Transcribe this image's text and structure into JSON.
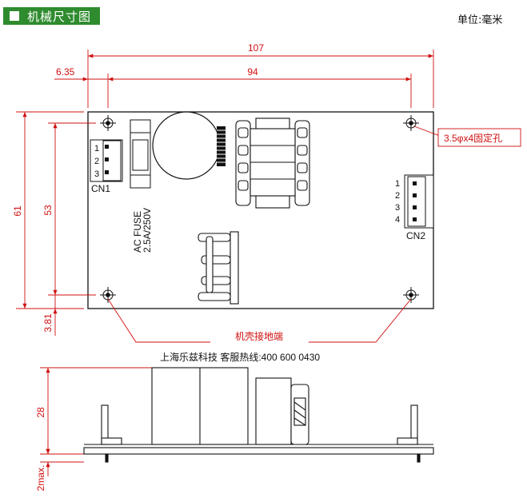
{
  "title": "机械尺寸图",
  "unit_label": "单位:毫米",
  "dimensions": {
    "overall_width": "107",
    "hole_offset_x": "6.35",
    "hole_spacing_x": "94",
    "overall_height": "61",
    "hole_spacing_y": "53",
    "hole_offset_y": "3.81",
    "side_height": "28",
    "pin_length": "2max."
  },
  "callouts": {
    "mounting_holes": "3.5φx4固定孔",
    "chassis_ground": "机壳接地端"
  },
  "connectors": {
    "cn1": {
      "label": "CN1",
      "pins": [
        "1",
        "2",
        "3"
      ]
    },
    "cn2": {
      "label": "CN2",
      "pins": [
        "1",
        "2",
        "3",
        "4"
      ]
    }
  },
  "fuse_label": {
    "line1": "AC FUSE",
    "line2": "2.5A/250V"
  },
  "company_line": "上海乐兹科技 客服热线:400 600 0430",
  "colors": {
    "title_bg": "#2e8b2e",
    "dimension": "#d01010",
    "outline": "#111111"
  }
}
